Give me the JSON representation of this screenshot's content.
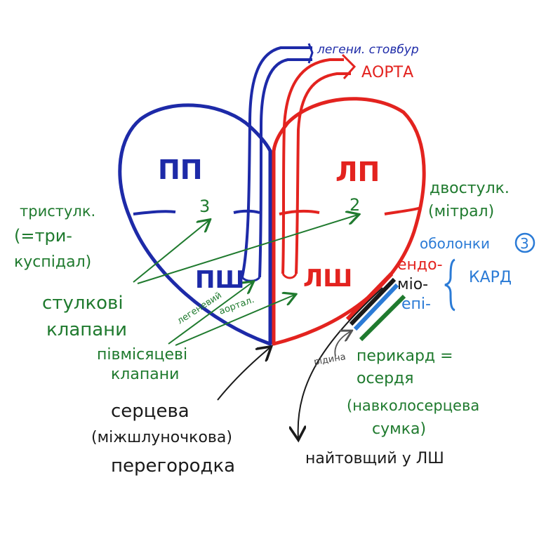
{
  "vessels": {
    "pulmonary_trunk": "легени. стовбур",
    "aorta": "АОРТА"
  },
  "chambers": {
    "right_atrium": "ПП",
    "left_atrium": "ЛП",
    "right_ventricle": "ПШ",
    "left_ventricle": "ЛШ"
  },
  "valve_numbers": {
    "tricuspid": "3",
    "mitral": "2"
  },
  "tricuspid_note": {
    "line1": "тристулк.",
    "line2": "(=три-",
    "line3": "куспідал)"
  },
  "mitral_note": {
    "line1": "двостулк.",
    "line2": "(мітрал)"
  },
  "leaflet_valves": {
    "line1": "стулкові",
    "line2": "клапани"
  },
  "semilunar_valves": {
    "line1": "півмісяцеві",
    "line2": "клапани",
    "pulmonary_tag": "легеневий",
    "aortic_tag": "аортал."
  },
  "membranes": {
    "title": "оболонки",
    "count": "3",
    "endo": "ендо-",
    "mio": "міо-",
    "epi": "епі-",
    "kard": "КАРД"
  },
  "fluid": "рідина",
  "pericardium": {
    "line1": "перикард =",
    "line2": "осердя",
    "line3": "(навколосерцева",
    "line4": "сумка)"
  },
  "septum": {
    "line1": "серцева",
    "line2": "(міжшлуночкова)",
    "line3": "перегородка"
  },
  "thickest": "найтовщий у ЛШ",
  "colors": {
    "right_side": "#1d2aa8",
    "left_side": "#e3231f",
    "annotation": "#1f7a2e",
    "membranes": "#2b7bd6",
    "text": "#1a1a1a"
  }
}
